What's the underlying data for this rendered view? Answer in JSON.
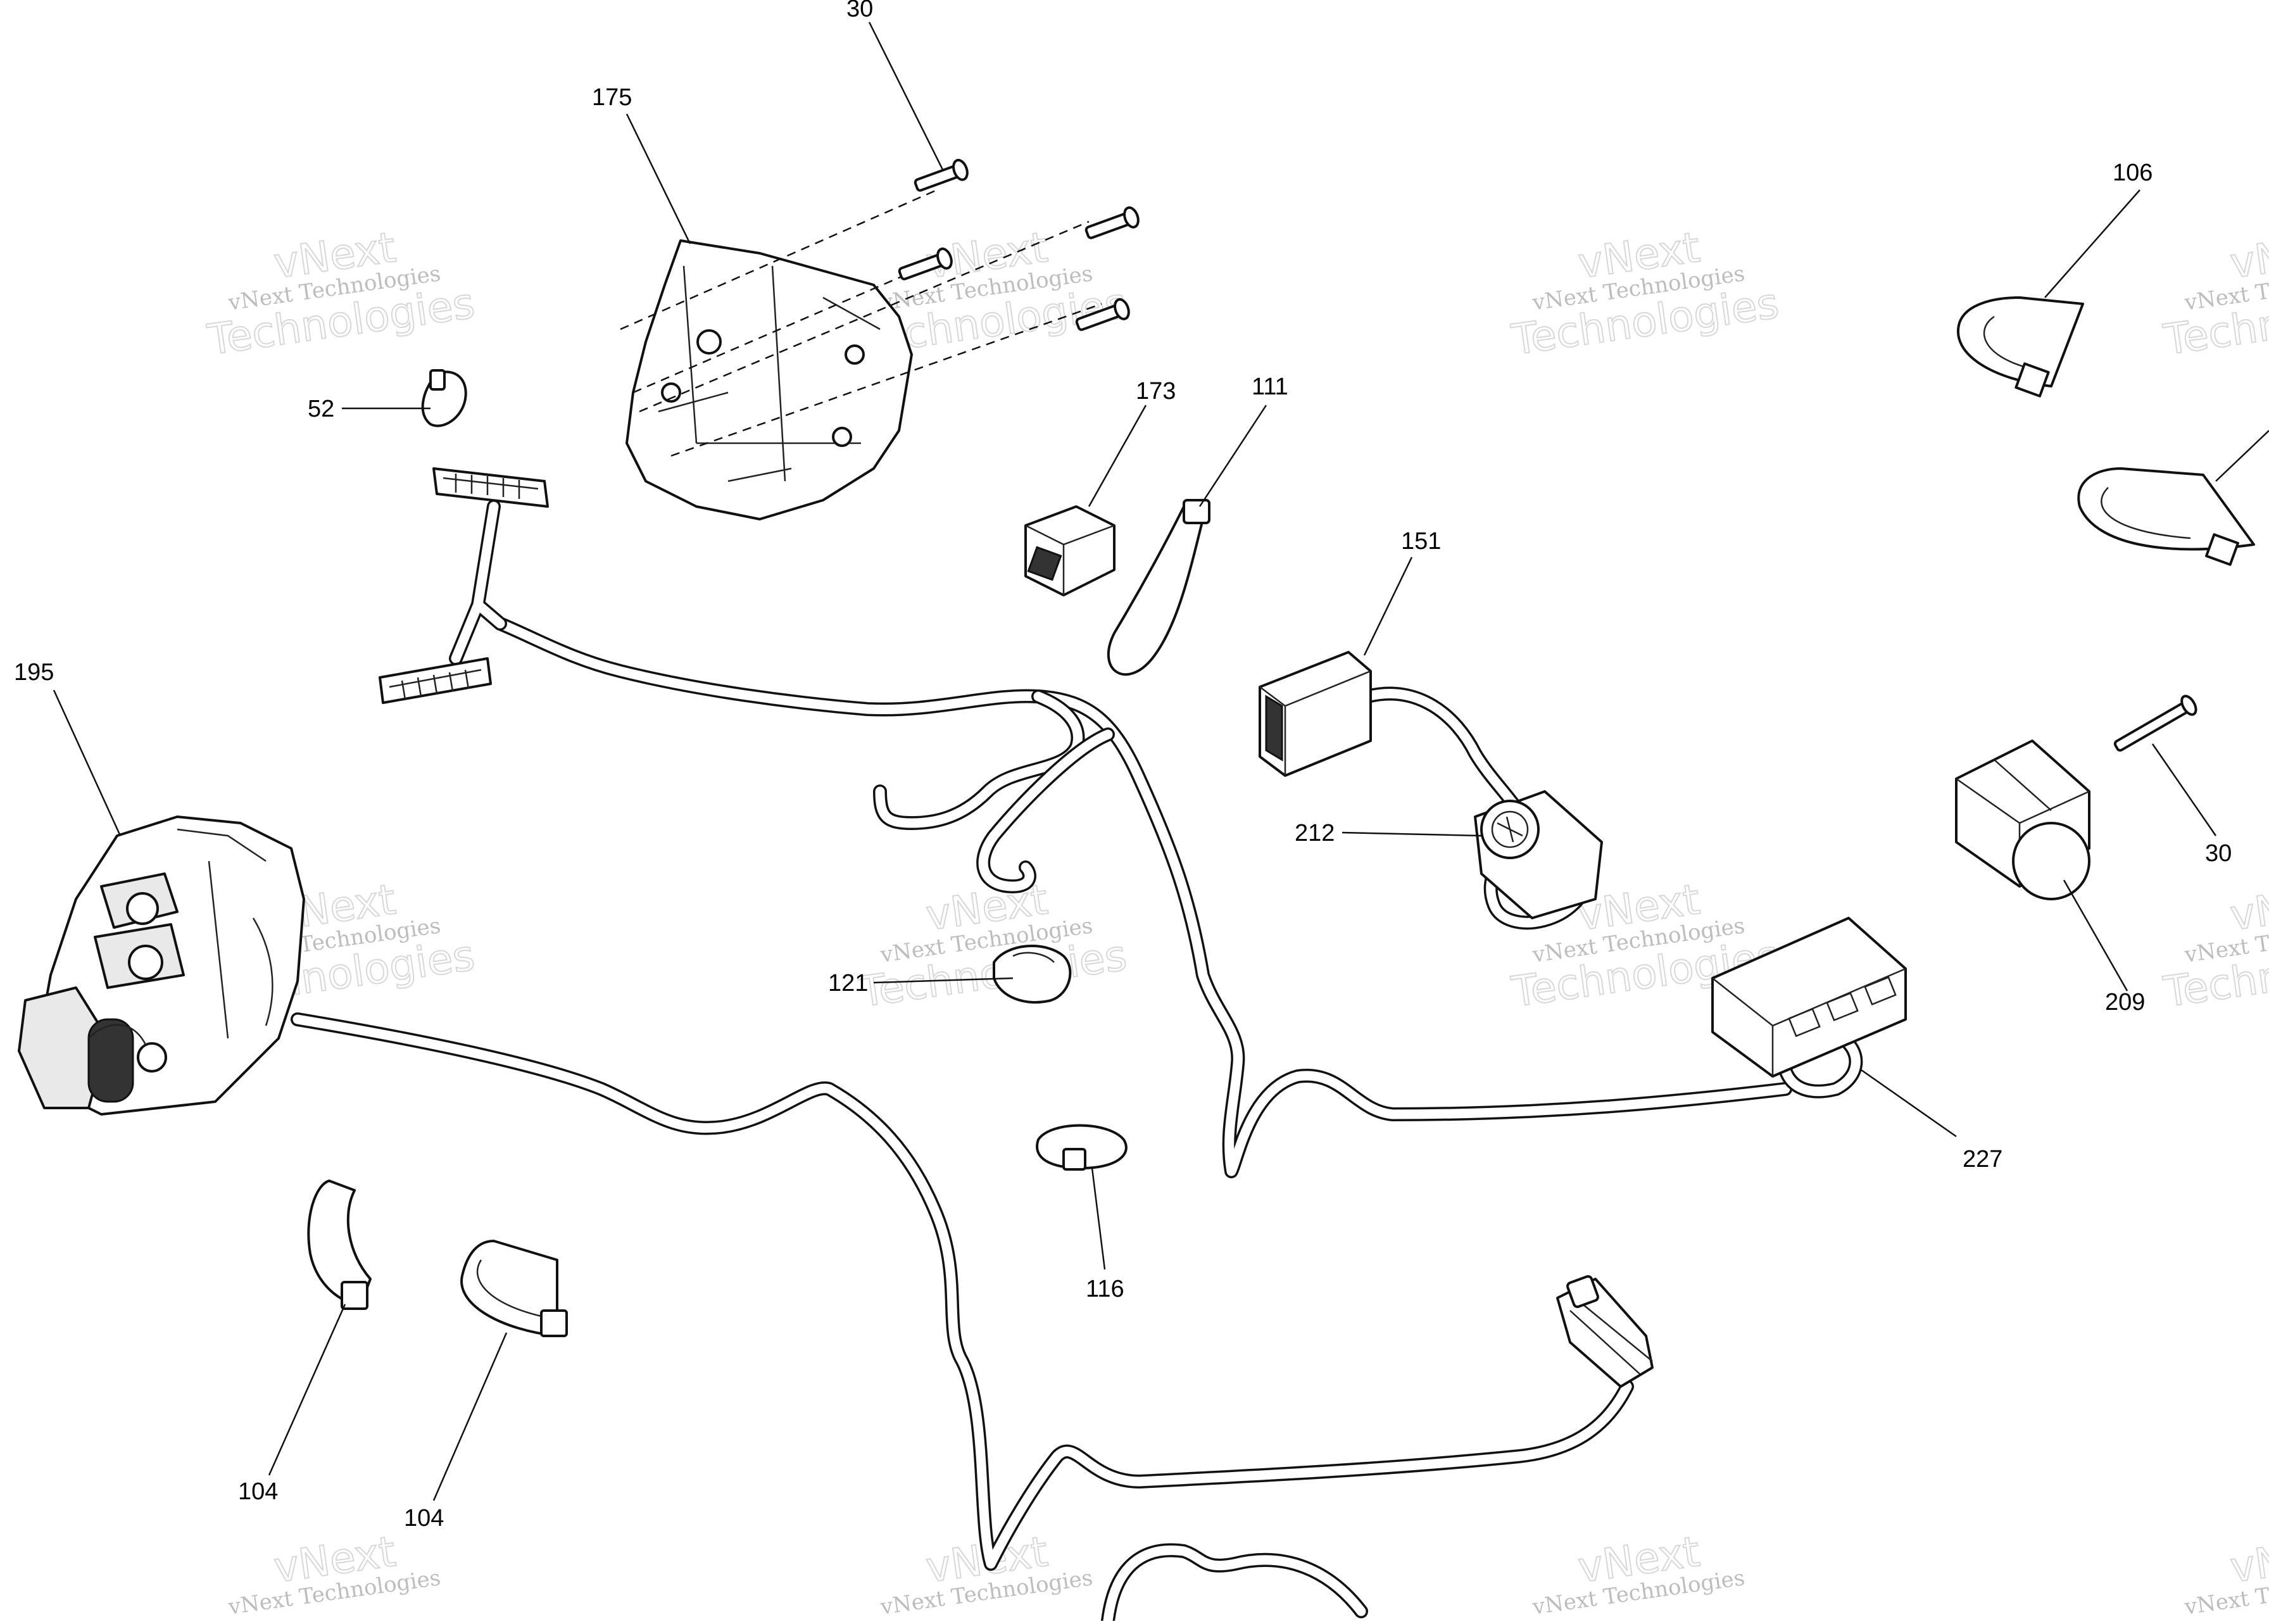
{
  "watermark": {
    "line1": "vNext Technologies",
    "line2": "vNext",
    "line3": "Technologies"
  },
  "callouts": [
    {
      "id": "c30a",
      "text": "30"
    },
    {
      "id": "c175",
      "text": "175"
    },
    {
      "id": "c106",
      "text": "106"
    },
    {
      "id": "c52",
      "text": "52"
    },
    {
      "id": "c173",
      "text": "173"
    },
    {
      "id": "c111",
      "text": "111"
    },
    {
      "id": "c151",
      "text": "151"
    },
    {
      "id": "c195",
      "text": "195"
    },
    {
      "id": "c212",
      "text": "212"
    },
    {
      "id": "c30b",
      "text": "30"
    },
    {
      "id": "c209",
      "text": "209"
    },
    {
      "id": "c121",
      "text": "121"
    },
    {
      "id": "c227",
      "text": "227"
    },
    {
      "id": "c116",
      "text": "116"
    },
    {
      "id": "c104a",
      "text": "104"
    },
    {
      "id": "c104b",
      "text": "104"
    }
  ],
  "colors": {
    "line": "#111111",
    "background": "#ffffff",
    "watermark": "#bdbdbd"
  }
}
